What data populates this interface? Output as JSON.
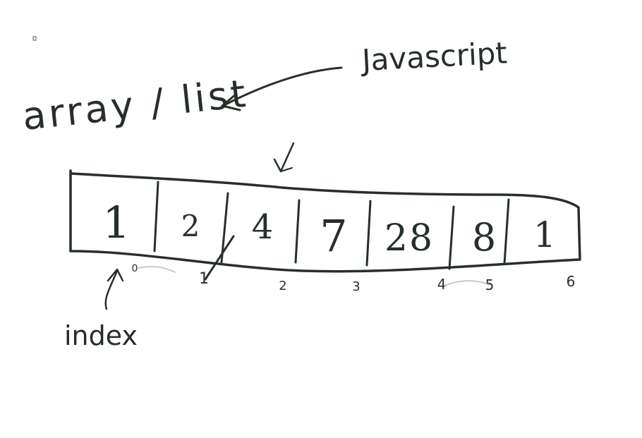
{
  "colors": {
    "background": "#ffffff",
    "ink": "#263029",
    "faint_ink": "#b9bcb9"
  },
  "labels": {
    "title": "array / list",
    "language": "Javascript",
    "index": "index"
  },
  "array": {
    "values": [
      "1",
      "2",
      "4",
      "7",
      "28",
      "8",
      "1"
    ]
  },
  "indices": [
    "0",
    "1",
    "2",
    "3",
    "4",
    "5",
    "6"
  ]
}
